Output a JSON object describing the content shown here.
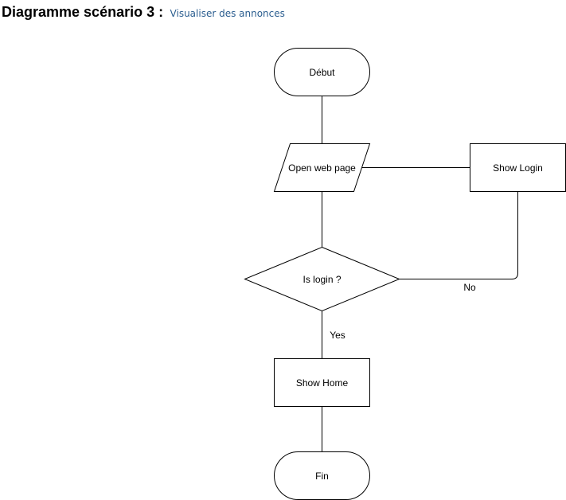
{
  "heading": {
    "title": "Diagramme scénario 3 :",
    "link": "Visualiser des annonces"
  },
  "flowchart": {
    "nodes": {
      "start": "Début",
      "open_web_page": "Open web page",
      "show_login": "Show Login",
      "is_login": "Is login ?",
      "show_home": "Show Home",
      "end": "Fin"
    },
    "edge_labels": {
      "no": "No",
      "yes": "Yes"
    }
  }
}
